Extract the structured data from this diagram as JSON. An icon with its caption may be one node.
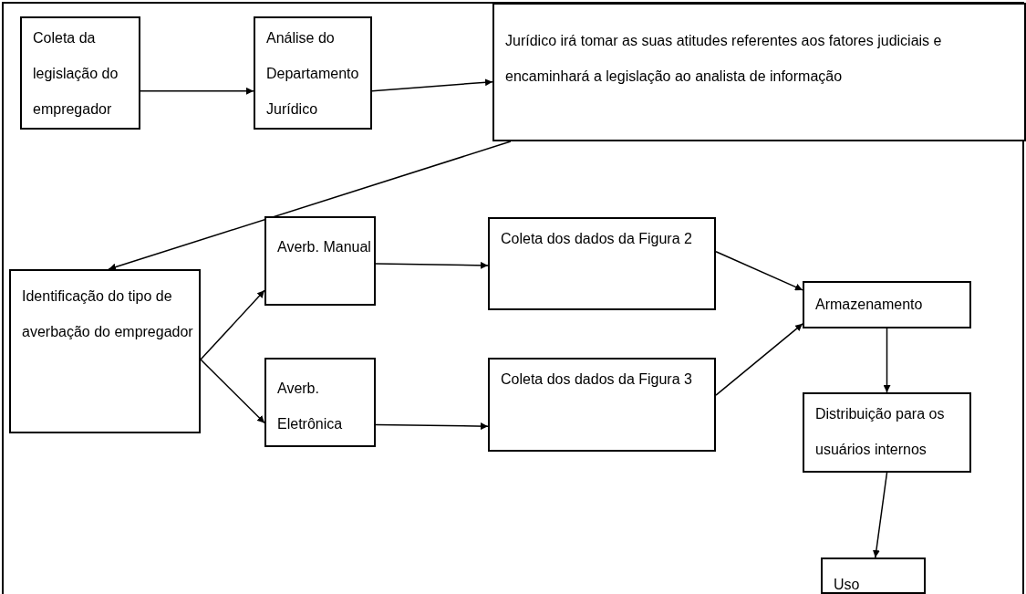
{
  "diagram": {
    "nodes": [
      {
        "text": [
          "Coleta da legislação do empregador"
        ]
      },
      {
        "text": [
          "Análise do Departamento Jurídico"
        ]
      },
      {
        "text": [
          "Jurídico irá tomar as suas atitudes referentes aos fatores judiciais e encaminhará a legislação ao analista de informação"
        ]
      },
      {
        "text": [
          "Identificação do tipo de averbação do empregador"
        ]
      },
      {
        "text": [
          "Averb. Manual"
        ]
      },
      {
        "text": [
          "Averb. Eletrônica"
        ]
      },
      {
        "text": [
          "Coleta dos dados da Figura 2"
        ]
      },
      {
        "text": [
          "Coleta dos dados da Figura 3"
        ]
      },
      {
        "text": [
          "Armazenamento"
        ]
      },
      {
        "text": [
          "Distribuição para os usuários internos"
        ]
      },
      {
        "text": [
          "Uso"
        ]
      }
    ],
    "edges": [
      {
        "from": 0,
        "to": 1,
        "arrow": "to"
      },
      {
        "from": 1,
        "to": 2,
        "arrow": "to"
      },
      {
        "from": 2,
        "to": 3,
        "arrow": "to"
      },
      {
        "from": 3,
        "to": 4,
        "arrow": "to"
      },
      {
        "from": 3,
        "to": 5,
        "arrow": "to"
      },
      {
        "from": 4,
        "to": 6,
        "arrow": "to"
      },
      {
        "from": 5,
        "to": 7,
        "arrow": "to"
      },
      {
        "from": 6,
        "to": 8,
        "arrow": "to"
      },
      {
        "from": 7,
        "to": 8,
        "arrow": "to"
      },
      {
        "from": 8,
        "to": 9,
        "arrow": "to"
      },
      {
        "from": 9,
        "to": 10,
        "arrow": "to"
      }
    ]
  }
}
